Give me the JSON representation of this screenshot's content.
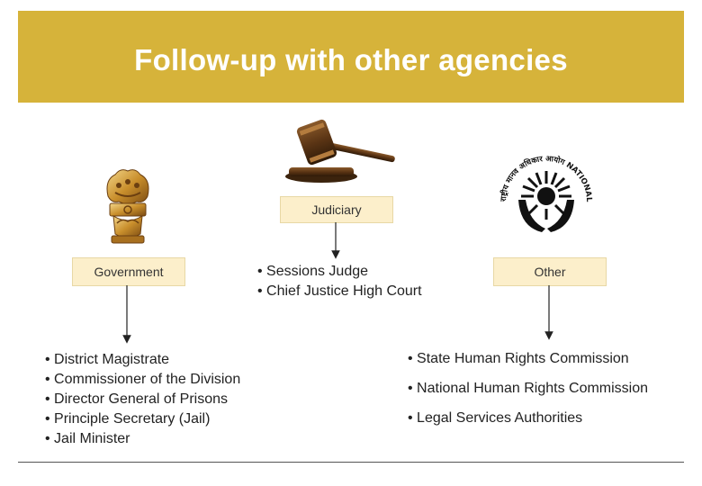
{
  "header": {
    "title": "Follow-up with other agencies"
  },
  "colors": {
    "banner": "#d6b33a",
    "box_fill": "#fcefcb",
    "text": "#222222",
    "arrow": "#222222"
  },
  "icons": {
    "government": "ashoka-emblem-icon",
    "judiciary": "gavel-icon",
    "other": "nhrc-seal-icon"
  },
  "seal": {
    "text": "राष्ट्रीय मानव अधिकार आयोग NATIONAL HUMAN RIGHTS COMMISSION"
  },
  "judiciary": {
    "label": "Judiciary",
    "items": [
      "• Sessions Judge",
      "• Chief Justice High Court"
    ]
  },
  "government": {
    "label": "Government",
    "items": [
      "• District Magistrate",
      "• Commissioner of the Division",
      "• Director General of Prisons",
      "• Principle Secretary (Jail)",
      "• Jail Minister"
    ]
  },
  "other": {
    "label": "Other",
    "items": [
      "• State Human Rights Commission",
      "• National Human Rights Commission",
      "• Legal Services Authorities"
    ]
  }
}
